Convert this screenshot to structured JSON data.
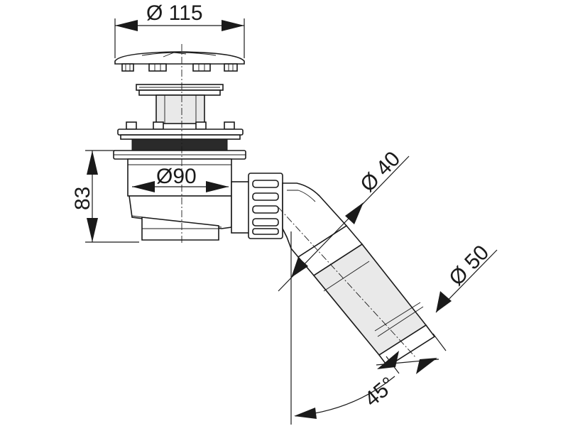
{
  "dimensions": {
    "cap_diameter": "Ø 115",
    "body_diameter": "Ø90",
    "height": "83",
    "inlet_diameter": "Ø 40",
    "outlet_diameter": "Ø 50",
    "angle": "45°"
  }
}
